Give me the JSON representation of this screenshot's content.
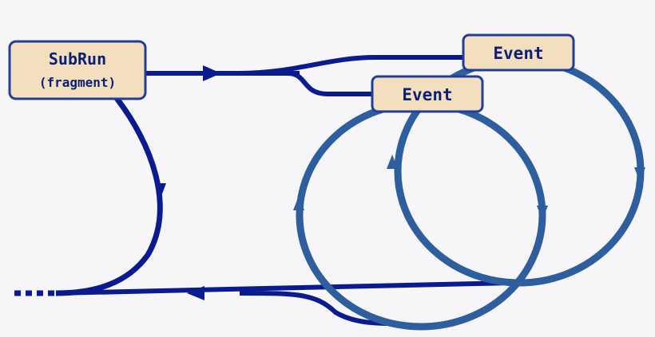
{
  "colors": {
    "background": "#f6f6f8",
    "dark_line": "#0a1a8f",
    "loop_line": "#2e5e9e",
    "box_fill": "#f3dfbd",
    "box_stroke": "#1f3f9a",
    "text": "#0b1f78"
  },
  "nodes": {
    "subrun": {
      "title": "SubRun",
      "subtitle": "(fragment)"
    },
    "event_top": {
      "label": "Event"
    },
    "event_mid": {
      "label": "Event"
    }
  }
}
